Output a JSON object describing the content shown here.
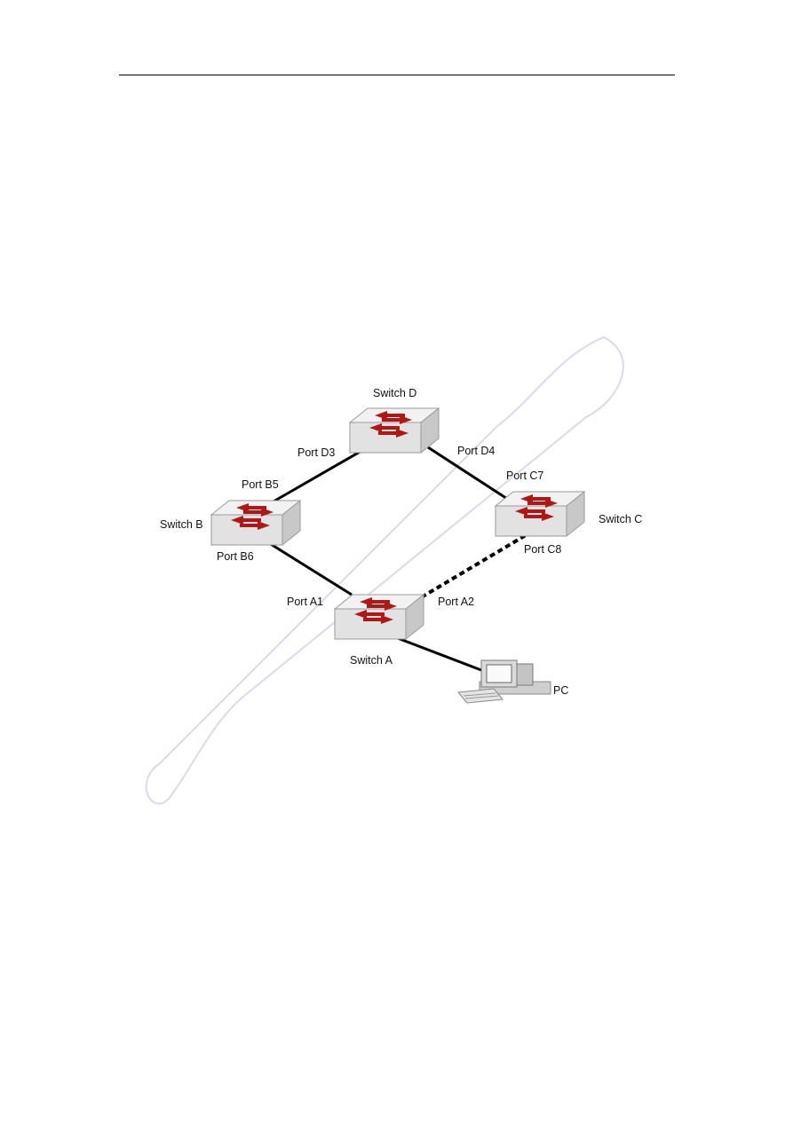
{
  "diagram": {
    "switches": [
      {
        "id": "D",
        "name": "Switch D"
      },
      {
        "id": "B",
        "name": "Switch B"
      },
      {
        "id": "C",
        "name": "Switch C"
      },
      {
        "id": "A",
        "name": "Switch A"
      }
    ],
    "pc": {
      "name": "PC"
    },
    "ports": {
      "D3": "Port D3",
      "D4": "Port D4",
      "B5": "Port B5",
      "B6": "Port B6",
      "C7": "Port C7",
      "C8": "Port C8",
      "A1": "Port A1",
      "A2": "Port A2"
    },
    "links": [
      {
        "from": "Port D3",
        "to": "Port B5",
        "style": "solid"
      },
      {
        "from": "Port D4",
        "to": "Port C7",
        "style": "solid"
      },
      {
        "from": "Port B6",
        "to": "Port A1",
        "style": "solid"
      },
      {
        "from": "Port A2",
        "to": "Port C8",
        "style": "dashed"
      },
      {
        "from": "Switch A",
        "to": "PC",
        "style": "solid"
      }
    ],
    "colors": {
      "switch_body": "#e6e6e6",
      "arrow": "#b01818",
      "link": "#000000",
      "watermark": "#d9d9f2"
    }
  }
}
